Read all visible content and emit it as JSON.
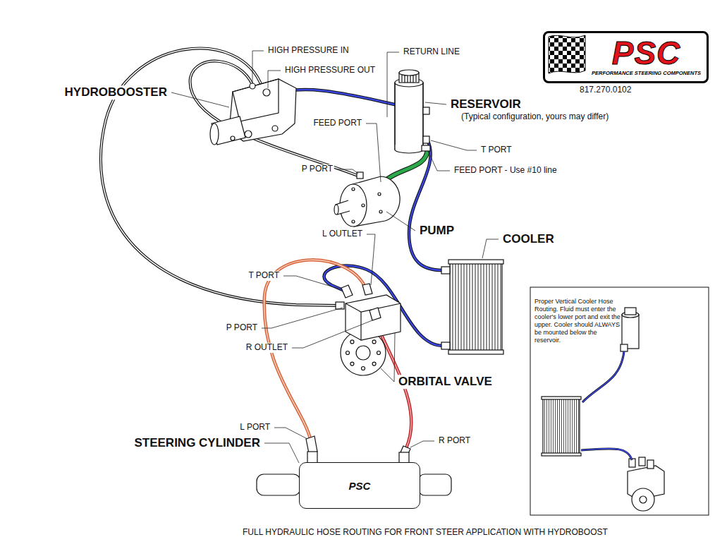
{
  "diagram": {
    "caption": "FULL HYDRAULIC HOSE ROUTING FOR FRONT STEER APPLICATION WITH HYDROBOOST",
    "nodes": [
      {
        "text": [
          "PSC",
          "PERFORMANCE STEERING COMPONENTS"
        ]
      },
      {
        "text": [
          "Proper Vertical Cooler Hose Routing. Fluid must enter the cooler's lower port and exit the upper. Cooler should ALWAYS be mounted below the reservoir."
        ]
      },
      {
        "text": [
          "PSC"
        ]
      }
    ],
    "labels": [
      "HIGH PRESSURE IN",
      "HIGH PRESSURE OUT",
      "RETURN LINE",
      "HYDROBOOSTER",
      "RESERVOIR",
      "(Typical configuration, yours may differ)",
      "FEED PORT",
      "T PORT",
      "P PORT",
      "FEED PORT - Use #10 line",
      "PUMP",
      "L OUTLET",
      "COOLER",
      "T PORT",
      "P PORT",
      "R OUTLET",
      "ORBITAL VALVE",
      "L PORT",
      "R PORT",
      "STEERING CYLINDER",
      "817.270.0102"
    ]
  }
}
